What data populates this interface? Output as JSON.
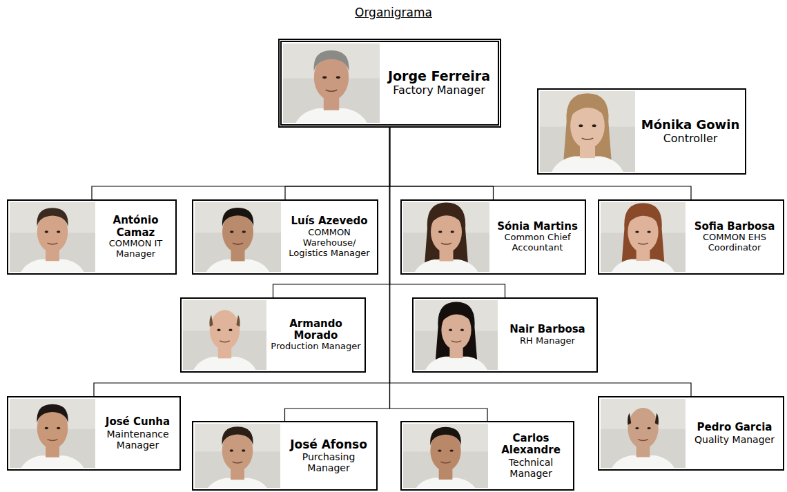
{
  "diagram": {
    "title": "Organigrama",
    "nodes": [
      {
        "text": [
          "Jorge Ferreira",
          "Factory Manager"
        ]
      },
      {
        "text": [
          "Mónika Gowin",
          "Controller"
        ]
      },
      {
        "text": [
          "António Camaz",
          "COMMON IT Manager"
        ]
      },
      {
        "text": [
          "Luís Azevedo",
          "COMMON Warehouse/ Logistics Manager"
        ]
      },
      {
        "text": [
          "Sónia Martins",
          "Common Chief Accountant"
        ]
      },
      {
        "text": [
          "Sofia Barbosa",
          "COMMON EHS Coordinator"
        ]
      },
      {
        "text": [
          "Armando Morado",
          "Production Manager"
        ]
      },
      {
        "text": [
          "Nair Barbosa",
          "RH Manager"
        ]
      },
      {
        "text": [
          "José Cunha",
          "Maintenance Manager"
        ]
      },
      {
        "text": [
          "José Afonso",
          "Purchasing Manager"
        ]
      },
      {
        "text": [
          "Carlos Alexandre",
          "Technical Manager"
        ]
      },
      {
        "text": [
          "Pedro Garcia",
          "Quality Manager"
        ]
      }
    ],
    "edges": [
      {
        "from": 0,
        "to": 2,
        "arrow": "none"
      },
      {
        "from": 0,
        "to": 3,
        "arrow": "none"
      },
      {
        "from": 0,
        "to": 4,
        "arrow": "none"
      },
      {
        "from": 0,
        "to": 5,
        "arrow": "none"
      },
      {
        "from": 0,
        "to": 6,
        "arrow": "none"
      },
      {
        "from": 0,
        "to": 7,
        "arrow": "none"
      },
      {
        "from": 0,
        "to": 8,
        "arrow": "none"
      },
      {
        "from": 0,
        "to": 9,
        "arrow": "none"
      },
      {
        "from": 0,
        "to": 10,
        "arrow": "none"
      },
      {
        "from": 0,
        "to": 11,
        "arrow": "none"
      }
    ]
  }
}
